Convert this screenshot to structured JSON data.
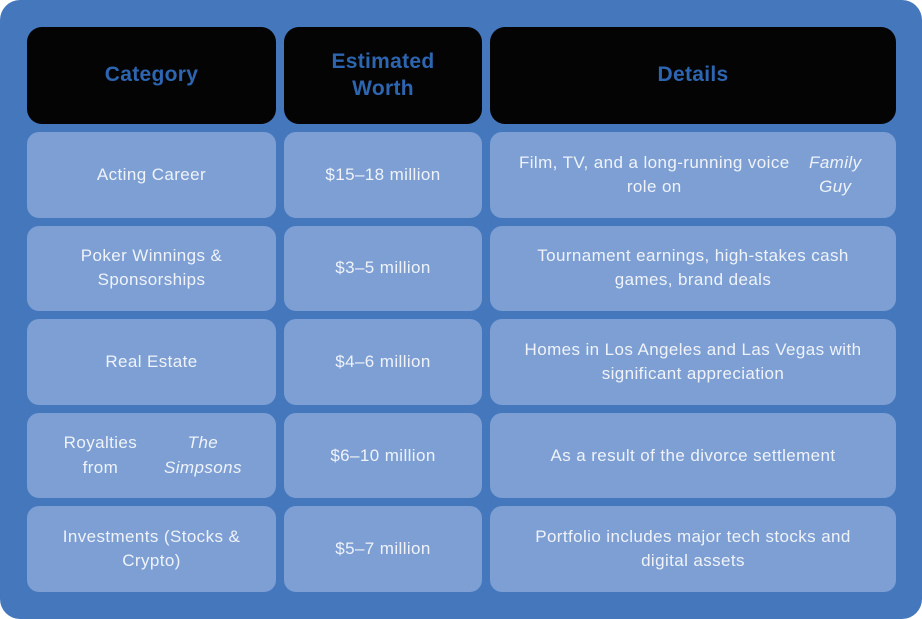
{
  "colors": {
    "page_background": "#ffffff",
    "card_background": "#4577bd",
    "header_cell_background": "#040404",
    "header_text": "#2e65b0",
    "body_cell_background": "#7d9fd3",
    "body_text": "#eff3f9"
  },
  "table": {
    "headers": [
      "Category",
      "Estimated Worth",
      "Details"
    ],
    "rows": [
      {
        "category": [
          {
            "t": "Acting Career"
          }
        ],
        "worth": [
          {
            "t": "$15–18 million"
          }
        ],
        "details": [
          {
            "t": "Film, TV, and a long-running voice role on "
          },
          {
            "t": "Family Guy",
            "i": true
          }
        ]
      },
      {
        "category": [
          {
            "t": "Poker Winnings & Sponsorships"
          }
        ],
        "worth": [
          {
            "t": "$3–5 million"
          }
        ],
        "details": [
          {
            "t": "Tournament earnings, high-stakes cash games, brand deals"
          }
        ]
      },
      {
        "category": [
          {
            "t": "Real Estate"
          }
        ],
        "worth": [
          {
            "t": "$4–6 million"
          }
        ],
        "details": [
          {
            "t": "Homes in Los Angeles and Las Vegas with significant appreciation"
          }
        ]
      },
      {
        "category": [
          {
            "t": "Royalties from "
          },
          {
            "t": "The Simpsons",
            "i": true
          }
        ],
        "worth": [
          {
            "t": "$6–10 million"
          }
        ],
        "details": [
          {
            "t": "As a result of the divorce settlement"
          }
        ]
      },
      {
        "category": [
          {
            "t": "Investments (Stocks & Crypto)"
          }
        ],
        "worth": [
          {
            "t": "$5–7 million"
          }
        ],
        "details": [
          {
            "t": "Portfolio includes major tech stocks and digital assets"
          }
        ]
      }
    ]
  }
}
